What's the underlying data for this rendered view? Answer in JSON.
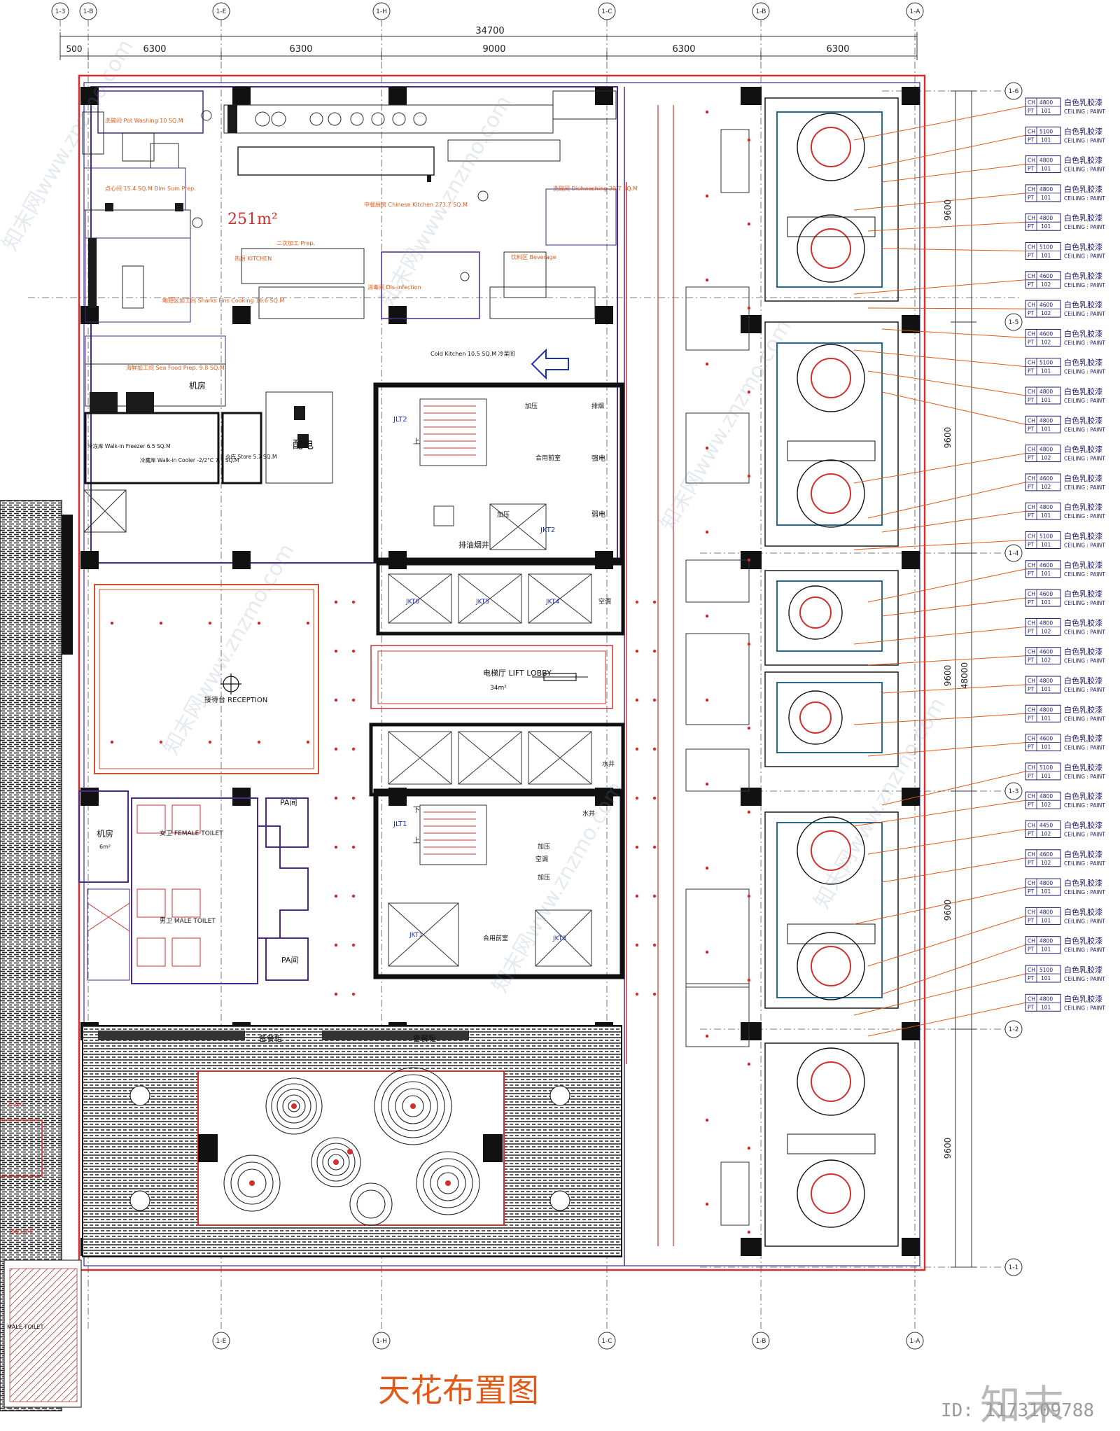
{
  "drawing": {
    "title": "天花布置图",
    "total_dimension": "34700",
    "top_dims": [
      "500",
      "6300",
      "6300",
      "9000",
      "6300",
      "6300"
    ],
    "side_dims": [
      "9600",
      "9600",
      "9600",
      "9600",
      "9600"
    ],
    "side_total": "48000",
    "grid_top": [
      "1-3",
      "1-B",
      "1-E",
      "1-H",
      "1-C",
      "1-B",
      "1-A"
    ],
    "grid_bottom": [
      "1-E",
      "1-H",
      "1-C",
      "1-B",
      "1-A"
    ],
    "grid_right": [
      "1-6",
      "1-5",
      "1-4",
      "1-3",
      "1-2",
      "1-1"
    ],
    "area_main": "251m²",
    "rooms": {
      "pot_washing": "洗碗间 Pot Washing 10 SQ.M",
      "dim_sum": "点心间 15.4 SQ.M Dim Sum Prep.",
      "chinese_kitchen": "中餐厨房 Chinese Kitchen 273.7 SQ.M",
      "dishwashing": "洗碗间 Dishwashing 20.7 SQ.M",
      "beverage": "饮料区 Beverage",
      "sharks_fins": "鲍翅区加工间 Sharks Fins Cooking 16.6 SQ.M",
      "prep": "二次加工 Prep.",
      "hot_kitchen": "热厨 KITCHEN",
      "dis_infection": "消毒间 Dis-infection",
      "cold_kitchen": "Cold Kitchen 10.5 SQ.M 冷菜间",
      "seafood": "海鲜加工间 Sea Food Prep. 9.8 SQ.M",
      "walk_in_freezer": "冷冻库 Walk-in Freezer 6.5 SQ.M",
      "walk_in_cooler": "冷藏库 Walk-in Cooler -2/2°C 7.7 SQ.M",
      "store": "仓库 Store 5.7 SQ.M",
      "jifang": "机房",
      "peidian": "配电",
      "reception": "接待台 RECEPTION",
      "lift_lobby": "电梯厅 LIFT LOBBY",
      "lift_lobby_area": "34m²",
      "female_toilet": "女卫 FEMALE TOILET",
      "male_toilet": "男卫 MALE TOILET",
      "machine_room": "机房",
      "machine_room_area": "6m²",
      "pa_room": "PA间",
      "shared_vestibule": "合用前室",
      "exhaust_shaft": "排油烟井",
      "buffet": "备餐柜",
      "strong_elec": "强电",
      "weak_elec": "弱电",
      "pressurize": "加压",
      "exhaust": "排烟",
      "water_shaft": "水井",
      "ac": "空调",
      "up": "上",
      "down": "下"
    },
    "stair_codes": [
      "JLT2",
      "JLT1"
    ],
    "elevator_codes": [
      "JKT2",
      "JKT6",
      "JKT5",
      "JKT4",
      "JKT1",
      "JKT3"
    ],
    "tags": {
      "row1_code": "CH",
      "row2_code": "PT",
      "material_cn": "白色乳胶漆",
      "material_en": "CEILING : PAINT",
      "items": [
        {
          "h": "4800",
          "p": "101"
        },
        {
          "h": "5100",
          "p": "101"
        },
        {
          "h": "4800",
          "p": "101"
        },
        {
          "h": "4800",
          "p": "101"
        },
        {
          "h": "4800",
          "p": "101"
        },
        {
          "h": "5100",
          "p": "101"
        },
        {
          "h": "4600",
          "p": "102"
        },
        {
          "h": "4600",
          "p": "102"
        },
        {
          "h": "4600",
          "p": "102"
        },
        {
          "h": "5100",
          "p": "101"
        },
        {
          "h": "4800",
          "p": "101"
        },
        {
          "h": "4800",
          "p": "101"
        },
        {
          "h": "4800",
          "p": "102"
        },
        {
          "h": "4600",
          "p": "102"
        },
        {
          "h": "4800",
          "p": "101"
        },
        {
          "h": "5100",
          "p": "101"
        },
        {
          "h": "4600",
          "p": "101"
        },
        {
          "h": "4600",
          "p": "101"
        },
        {
          "h": "4800",
          "p": "102"
        },
        {
          "h": "4600",
          "p": "102"
        },
        {
          "h": "4800",
          "p": "101"
        },
        {
          "h": "4800",
          "p": "101"
        },
        {
          "h": "4600",
          "p": "101"
        },
        {
          "h": "5100",
          "p": "101"
        },
        {
          "h": "4800",
          "p": "102"
        },
        {
          "h": "4450",
          "p": "102"
        },
        {
          "h": "4600",
          "p": "102"
        },
        {
          "h": "4800",
          "p": "101"
        },
        {
          "h": "4800",
          "p": "101"
        },
        {
          "h": "4800",
          "p": "101"
        },
        {
          "h": "5100",
          "p": "101"
        },
        {
          "h": "4800",
          "p": "101"
        }
      ]
    },
    "left_labels": [
      "2.2m",
      "B6 LIFT",
      "MALE TOILET"
    ],
    "watermark_logo": "知末",
    "watermark_id": "ID: 1173109788",
    "watermark_text": "知末网www.znzmo.com"
  }
}
